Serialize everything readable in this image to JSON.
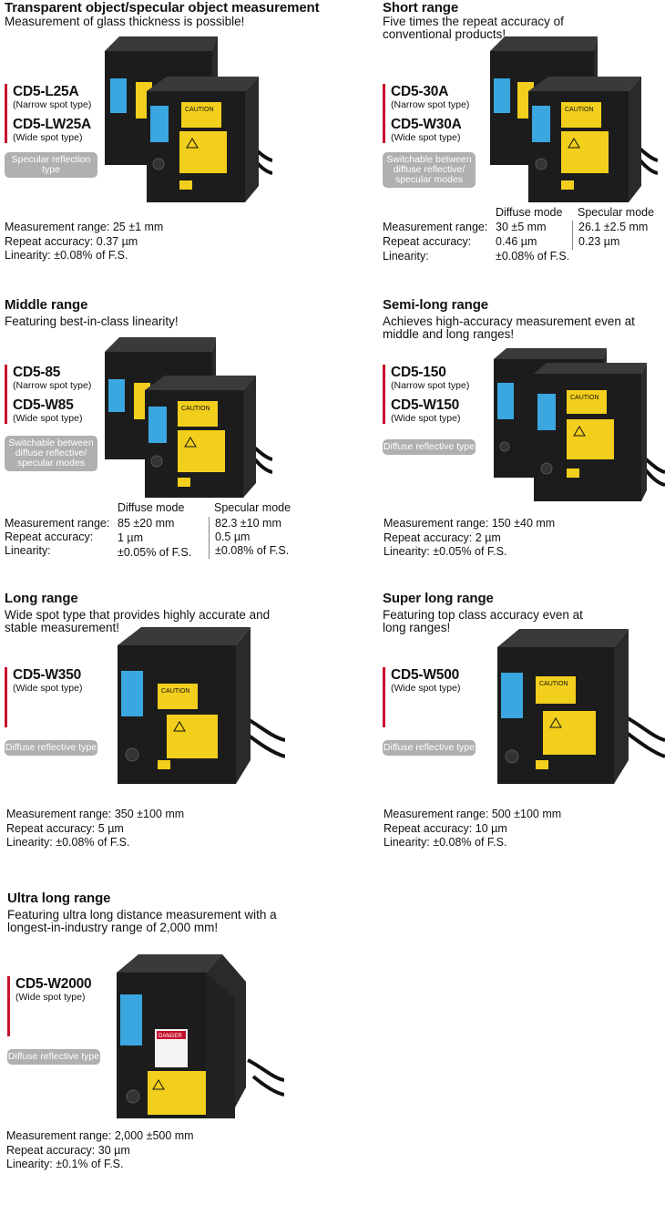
{
  "labels": {
    "measurement_range": "Measurement range:",
    "repeat_accuracy": "Repeat accuracy:",
    "linearity": "Linearity:",
    "diffuse_mode": "Diffuse mode",
    "specular_mode": "Specular mode"
  },
  "sensor_label_texts": {
    "caution": "CAUTION",
    "danger": "DANGER"
  },
  "sections": [
    {
      "title": "Transparent object/specular object measurement",
      "subtitle": "Measurement of glass thickness is possible!",
      "models": [
        {
          "name": "CD5-L25A",
          "type": "(Narrow spot type)"
        },
        {
          "name": "CD5-LW25A",
          "type": "(Wide spot type)"
        }
      ],
      "badge": "Specular reflection type",
      "specs": {
        "range": "25 ±1 mm",
        "repeat": "0.37 µm",
        "linearity": "±0.08% of F.S."
      }
    },
    {
      "title": "Short range",
      "subtitle": "Five times the repeat accuracy of conventional products!",
      "models": [
        {
          "name": "CD5-30A",
          "type": "(Narrow spot type)"
        },
        {
          "name": "CD5-W30A",
          "type": "(Wide spot type)"
        }
      ],
      "badge": "Switchable between diffuse reflective/ specular modes",
      "specs_dual": {
        "diffuse": {
          "range": "30 ±5 mm",
          "repeat": "0.46 µm",
          "linearity": "±0.08% of F.S."
        },
        "specular": {
          "range": "26.1 ±2.5 mm",
          "repeat": "0.23 µm"
        }
      }
    },
    {
      "title": "Middle range",
      "subtitle": "Featuring best-in-class linearity!",
      "models": [
        {
          "name": "CD5-85",
          "type": "(Narrow spot type)"
        },
        {
          "name": "CD5-W85",
          "type": "(Wide spot type)"
        }
      ],
      "badge": "Switchable between diffuse reflective/ specular modes",
      "specs_dual": {
        "diffuse": {
          "range": "85 ±20 mm",
          "repeat": "1 µm",
          "linearity": "±0.05% of F.S."
        },
        "specular": {
          "range": "82.3 ±10 mm",
          "repeat": "0.5 µm",
          "linearity": "±0.08% of F.S."
        }
      }
    },
    {
      "title": "Semi-long range",
      "subtitle": "Achieves high-accuracy measurement even at middle and long ranges!",
      "models": [
        {
          "name": "CD5-150",
          "type": "(Narrow spot type)"
        },
        {
          "name": "CD5-W150",
          "type": "(Wide spot type)"
        }
      ],
      "badge": "Diffuse reflective type",
      "specs": {
        "range": "150 ±40 mm",
        "repeat": "2 µm",
        "linearity": "±0.05% of F.S."
      }
    },
    {
      "title": "Long range",
      "subtitle": "Wide spot type that provides highly accurate and stable measurement!",
      "models": [
        {
          "name": "CD5-W350",
          "type": "(Wide spot type)"
        }
      ],
      "badge": "Diffuse reflective type",
      "specs": {
        "range": "350 ±100 mm",
        "repeat": "5 µm",
        "linearity": "±0.08% of F.S."
      }
    },
    {
      "title": "Super long range",
      "subtitle": "Featuring top class accuracy even at long ranges!",
      "models": [
        {
          "name": "CD5-W500",
          "type": "(Wide spot type)"
        }
      ],
      "badge": "Diffuse reflective type",
      "specs": {
        "range": "500 ±100 mm",
        "repeat": "10 µm",
        "linearity": "±0.08% of F.S."
      }
    },
    {
      "title": "Ultra long range",
      "subtitle": "Featuring ultra long distance measurement with a longest-in-industry range of 2,000 mm!",
      "models": [
        {
          "name": "CD5-W2000",
          "type": "(Wide spot type)"
        }
      ],
      "badge": "Diffuse reflective type",
      "specs": {
        "range": "2,000 ±500 mm",
        "repeat": "30 µm",
        "linearity": "±0.1% of F.S."
      }
    }
  ],
  "colors": {
    "accent_red": "#c8102e",
    "badge_gray": "#b0b0b0",
    "sensor_body": "#1c1c1c",
    "lens_blue": "#3aa7e0",
    "label_yellow": "#f2cf1c"
  }
}
